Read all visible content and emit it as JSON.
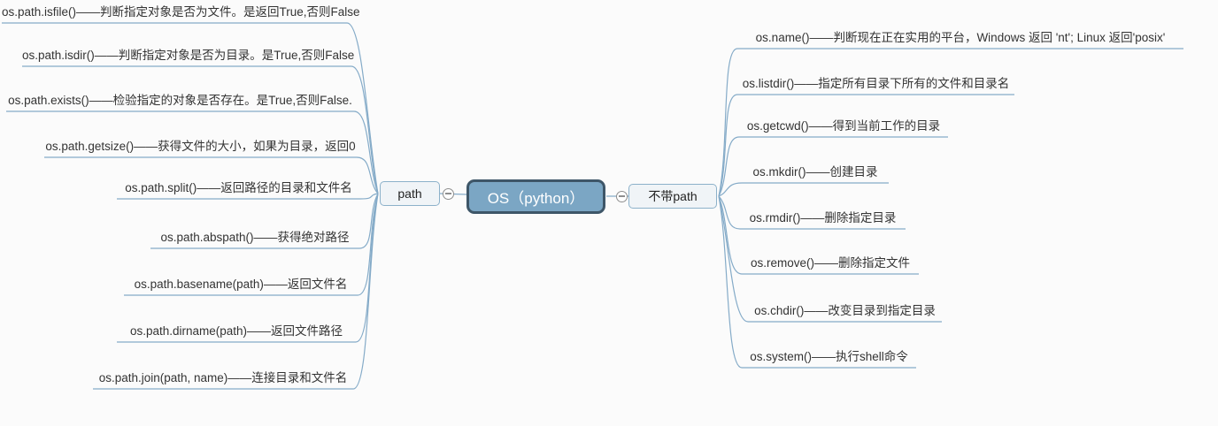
{
  "mindmap": {
    "root": "OS（python）",
    "left_branch": {
      "label": "path",
      "items": [
        "os.path.isfile()——判断指定对象是否为文件。是返回True,否则False",
        "os.path.isdir()——判断指定对象是否为目录。是True,否则False",
        "os.path.exists()——检验指定的对象是否存在。是True,否则False.",
        "os.path.getsize()——获得文件的大小，如果为目录，返回0",
        "os.path.split()——返回路径的目录和文件名",
        "os.path.abspath()——获得绝对路径",
        "os.path.basename(path)——返回文件名",
        "os.path.dirname(path)——返回文件路径",
        "os.path.join(path, name)——连接目录和文件名"
      ]
    },
    "right_branch": {
      "label": "不带path",
      "items": [
        "os.name()——判断现在正在实用的平台，Windows 返回 'nt'; Linux 返回'posix'",
        "os.listdir()——指定所有目录下所有的文件和目录名",
        "os.getcwd()——得到当前工作的目录",
        "os.mkdir()——创建目录",
        "os.rmdir()——删除指定目录",
        "os.remove()——删除指定文件",
        "os.chdir()——改变目录到指定目录",
        "os.system()——执行shell命令"
      ]
    }
  },
  "icons": {
    "left_collapse": "minus-in-circle",
    "right_collapse": "minus-in-circle"
  },
  "colors": {
    "background": "#fbfbfb",
    "connector": "#85abc8",
    "root_fill": "#7ba6c4",
    "root_border": "#3e5668",
    "root_text": "#ffffff",
    "branch_fill": "#f0f4f7",
    "branch_border": "#8cb1ca",
    "leaf_text": "#333333"
  }
}
